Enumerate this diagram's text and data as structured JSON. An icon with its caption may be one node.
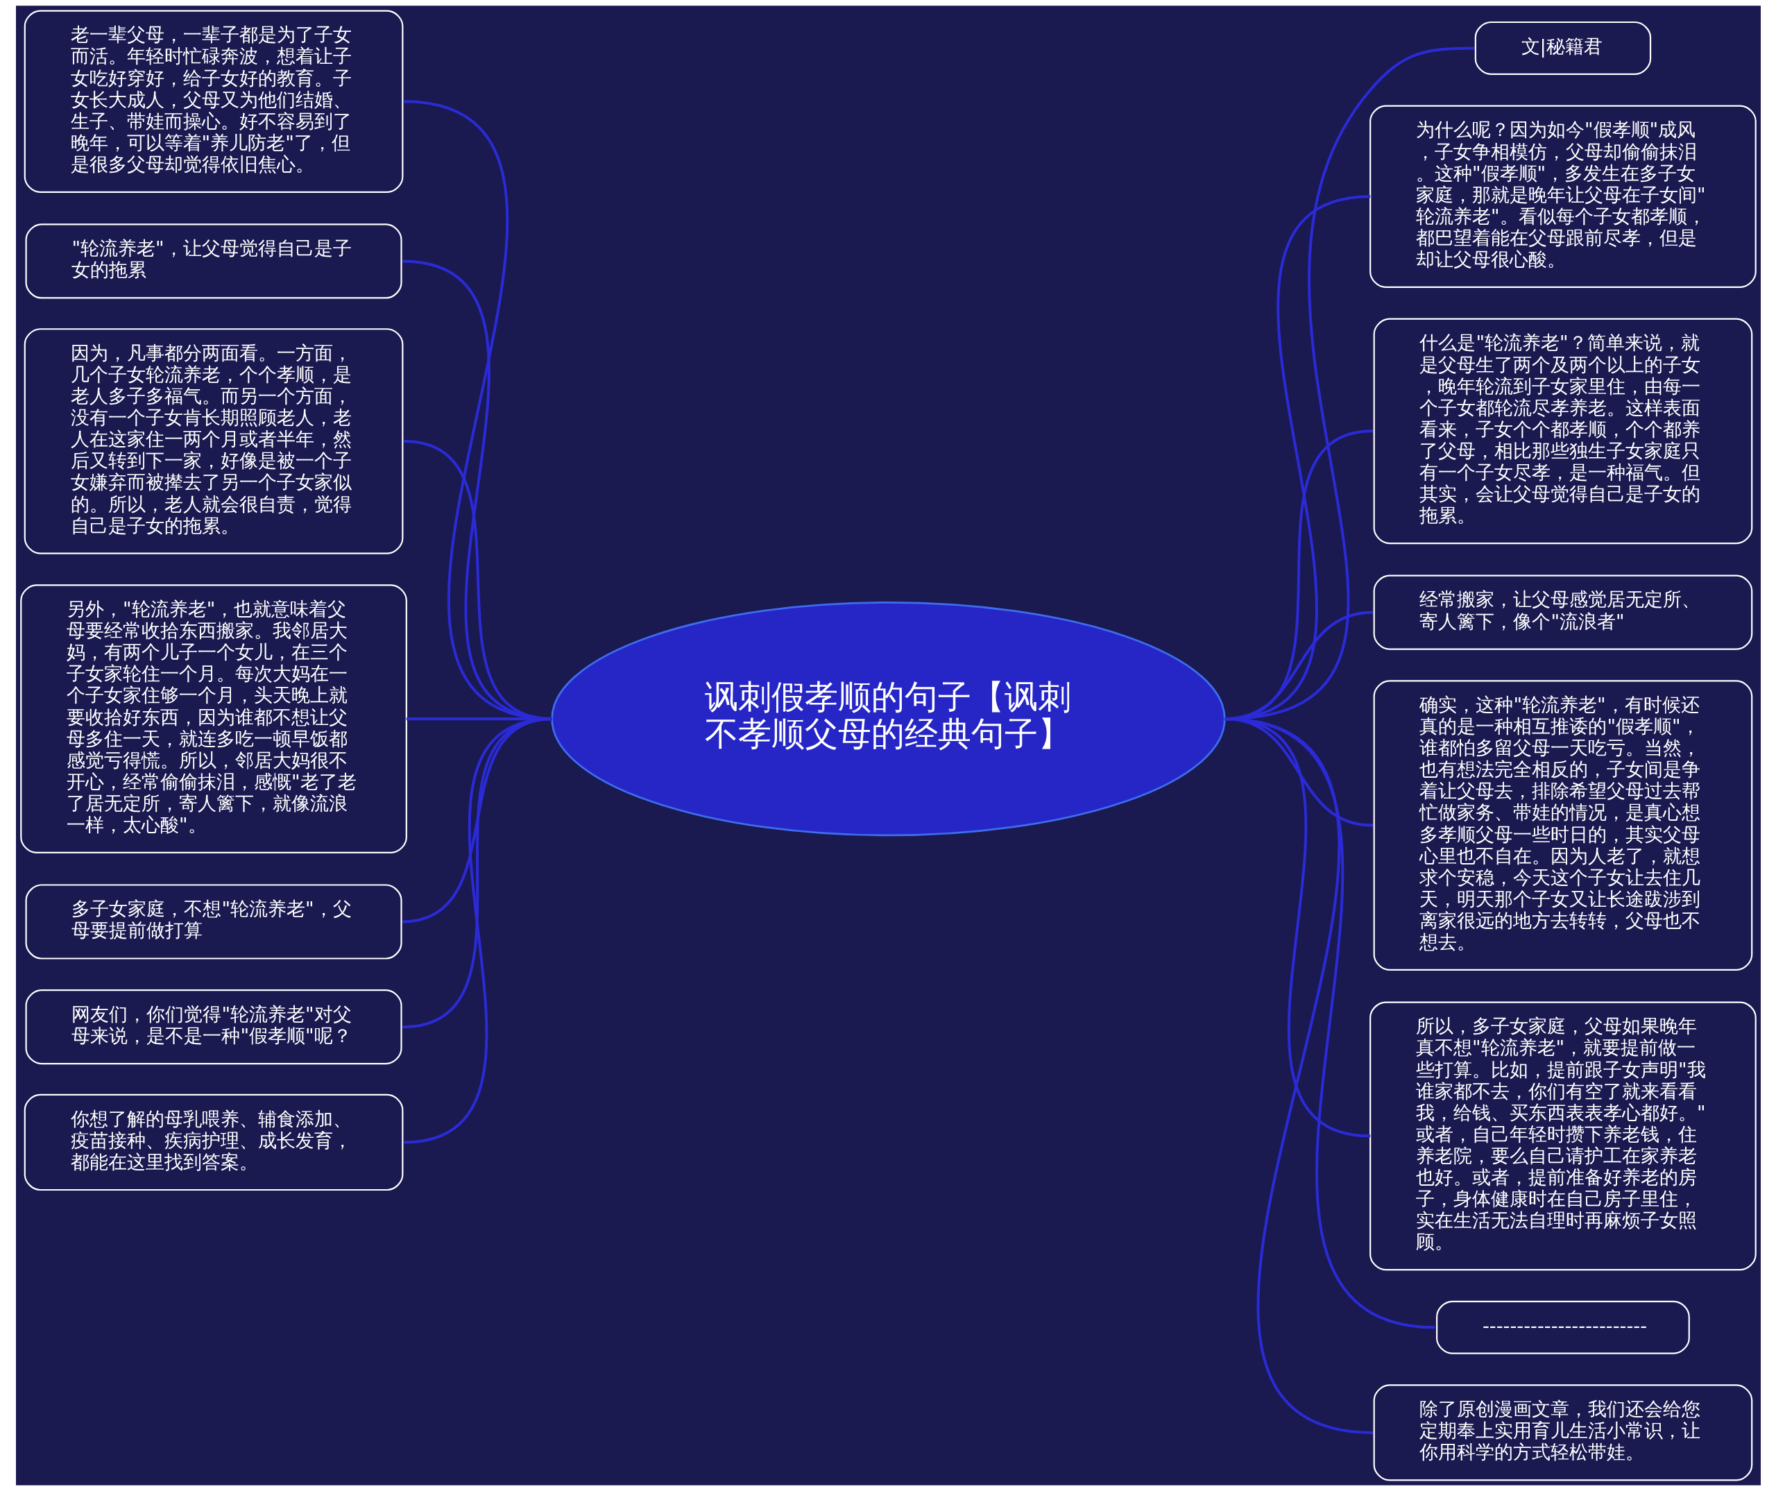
{
  "diagram": {
    "nodes": [
      {
        "text": [
          "讽刺假孝顺的句子【讽刺不孝顺父母的经典句子】"
        ]
      },
      {
        "text": [
          "老一辈父母，一辈子都是为了子女而活。年轻时忙碌奔波，想着让子女吃好穿好，给子女好的教育。子女长大成人，父母又为他们结婚、生子、带娃而操心。好不容易到了晚年，可以等着\"养儿防老\"了，但是很多父母却觉得依旧焦心。"
        ]
      },
      {
        "text": [
          "\"轮流养老\"，让父母觉得自己是子女的拖累"
        ]
      },
      {
        "text": [
          "因为，凡事都分两面看。一方面，几个子女轮流养老，个个孝顺，是老人多子多福气。而另一个方面，没有一个子女肯长期照顾老人，老人在这家住一两个月或者半年，然后又转到下一家，好像是被一个子女嫌弃而被撵去了另一个子女家似的。所以，老人就会很自责，觉得自己是子女的拖累。"
        ]
      },
      {
        "text": [
          "另外，\"轮流养老\"，也就意味着父母要经常收拾东西搬家。我邻居大妈，有两个儿子一个女儿，在三个子女家轮住一个月。每次大妈在一个子女家住够一个月，头天晚上就要收拾好东西，因为谁都不想让父母多住一天，就连多吃一顿早饭都感觉亏得慌。所以，邻居大妈很不开心，经常偷偷抹泪，感慨\"老了老了居无定所，寄人篱下，就像流浪一样，太心酸\"。"
        ]
      },
      {
        "text": [
          "多子女家庭，不想\"轮流养老\"，父母要提前做打算"
        ]
      },
      {
        "text": [
          "网友们，你们觉得\"轮流养老\"对父母来说，是不是一种\"假孝顺\"呢？"
        ]
      },
      {
        "text": [
          "你想了解的母乳喂养、辅食添加、疫苗接种、疾病护理、成长发育，都能在这里找到答案。"
        ]
      },
      {
        "text": [
          "文|秘籍君"
        ]
      },
      {
        "text": [
          "为什么呢？因为如今\"假孝顺\"成风，子女争相模仿，父母却偷偷抹泪。这种\"假孝顺\"，多发生在多子女家庭，那就是晚年让父母在子女间\"轮流养老\"。看似每个子女都孝顺，都巴望着能在父母跟前尽孝，但是却让父母很心酸。"
        ]
      },
      {
        "text": [
          "什么是\"轮流养老\"？简单来说，就是父母生了两个及两个以上的子女，晚年轮流到子女家里住，由每一个子女都轮流尽孝养老。这样表面看来，子女个个都孝顺，个个都养了父母，相比那些独生子女家庭只有一个子女尽孝，是一种福气。但其实，会让父母觉得自己是子女的拖累。"
        ]
      },
      {
        "text": [
          "经常搬家，让父母感觉居无定所、寄人篱下，像个\"流浪者\""
        ]
      },
      {
        "text": [
          "确实，这种\"轮流养老\"，有时候还真的是一种相互推诿的\"假孝顺\"，谁都怕多留父母一天吃亏。当然，也有想法完全相反的，子女间是争着让父母去，排除希望父母过去帮忙做家务、带娃的情况，是真心想多孝顺父母一些时日的，其实父母心里也不自在。因为人老了，就想求个安稳，今天这个子女让去住几天，明天那个子女又让长途跋涉到离家很远的地方去转转，父母也不想去。"
        ]
      },
      {
        "text": [
          "所以，多子女家庭，父母如果晚年真不想\"轮流养老\"，就要提前做一些打算。比如，提前跟子女声明\"我谁家都不去，你们有空了就来看看我，给钱、买东西表表孝心都好。\"或者，自己年轻时攒下养老钱，住养老院，要么自己请护工在家养老也好。或者，提前准备好养老的房子，身体健康时在自己房子里住，实在生活无法自理时再麻烦子女照顾。"
        ]
      },
      {
        "text": [
          "------------------------"
        ]
      },
      {
        "text": [
          "除了原创漫画文章，我们还会给您定期奉上实用育儿生活小常识，让你用科学的方式轻松带娃。"
        ]
      }
    ],
    "edges": [
      {
        "from": 1,
        "to": 0,
        "arrow": "none"
      },
      {
        "from": 2,
        "to": 0,
        "arrow": "none"
      },
      {
        "from": 3,
        "to": 0,
        "arrow": "none"
      },
      {
        "from": 4,
        "to": 0,
        "arrow": "none"
      },
      {
        "from": 5,
        "to": 0,
        "arrow": "none"
      },
      {
        "from": 6,
        "to": 0,
        "arrow": "none"
      },
      {
        "from": 7,
        "to": 0,
        "arrow": "none"
      },
      {
        "from": 0,
        "to": 8,
        "arrow": "none"
      },
      {
        "from": 0,
        "to": 9,
        "arrow": "none"
      },
      {
        "from": 0,
        "to": 10,
        "arrow": "none"
      },
      {
        "from": 0,
        "to": 11,
        "arrow": "none"
      },
      {
        "from": 0,
        "to": 12,
        "arrow": "none"
      },
      {
        "from": 0,
        "to": 13,
        "arrow": "none"
      },
      {
        "from": 0,
        "to": 14,
        "arrow": "none"
      },
      {
        "from": 0,
        "to": 15,
        "arrow": "none"
      }
    ]
  }
}
